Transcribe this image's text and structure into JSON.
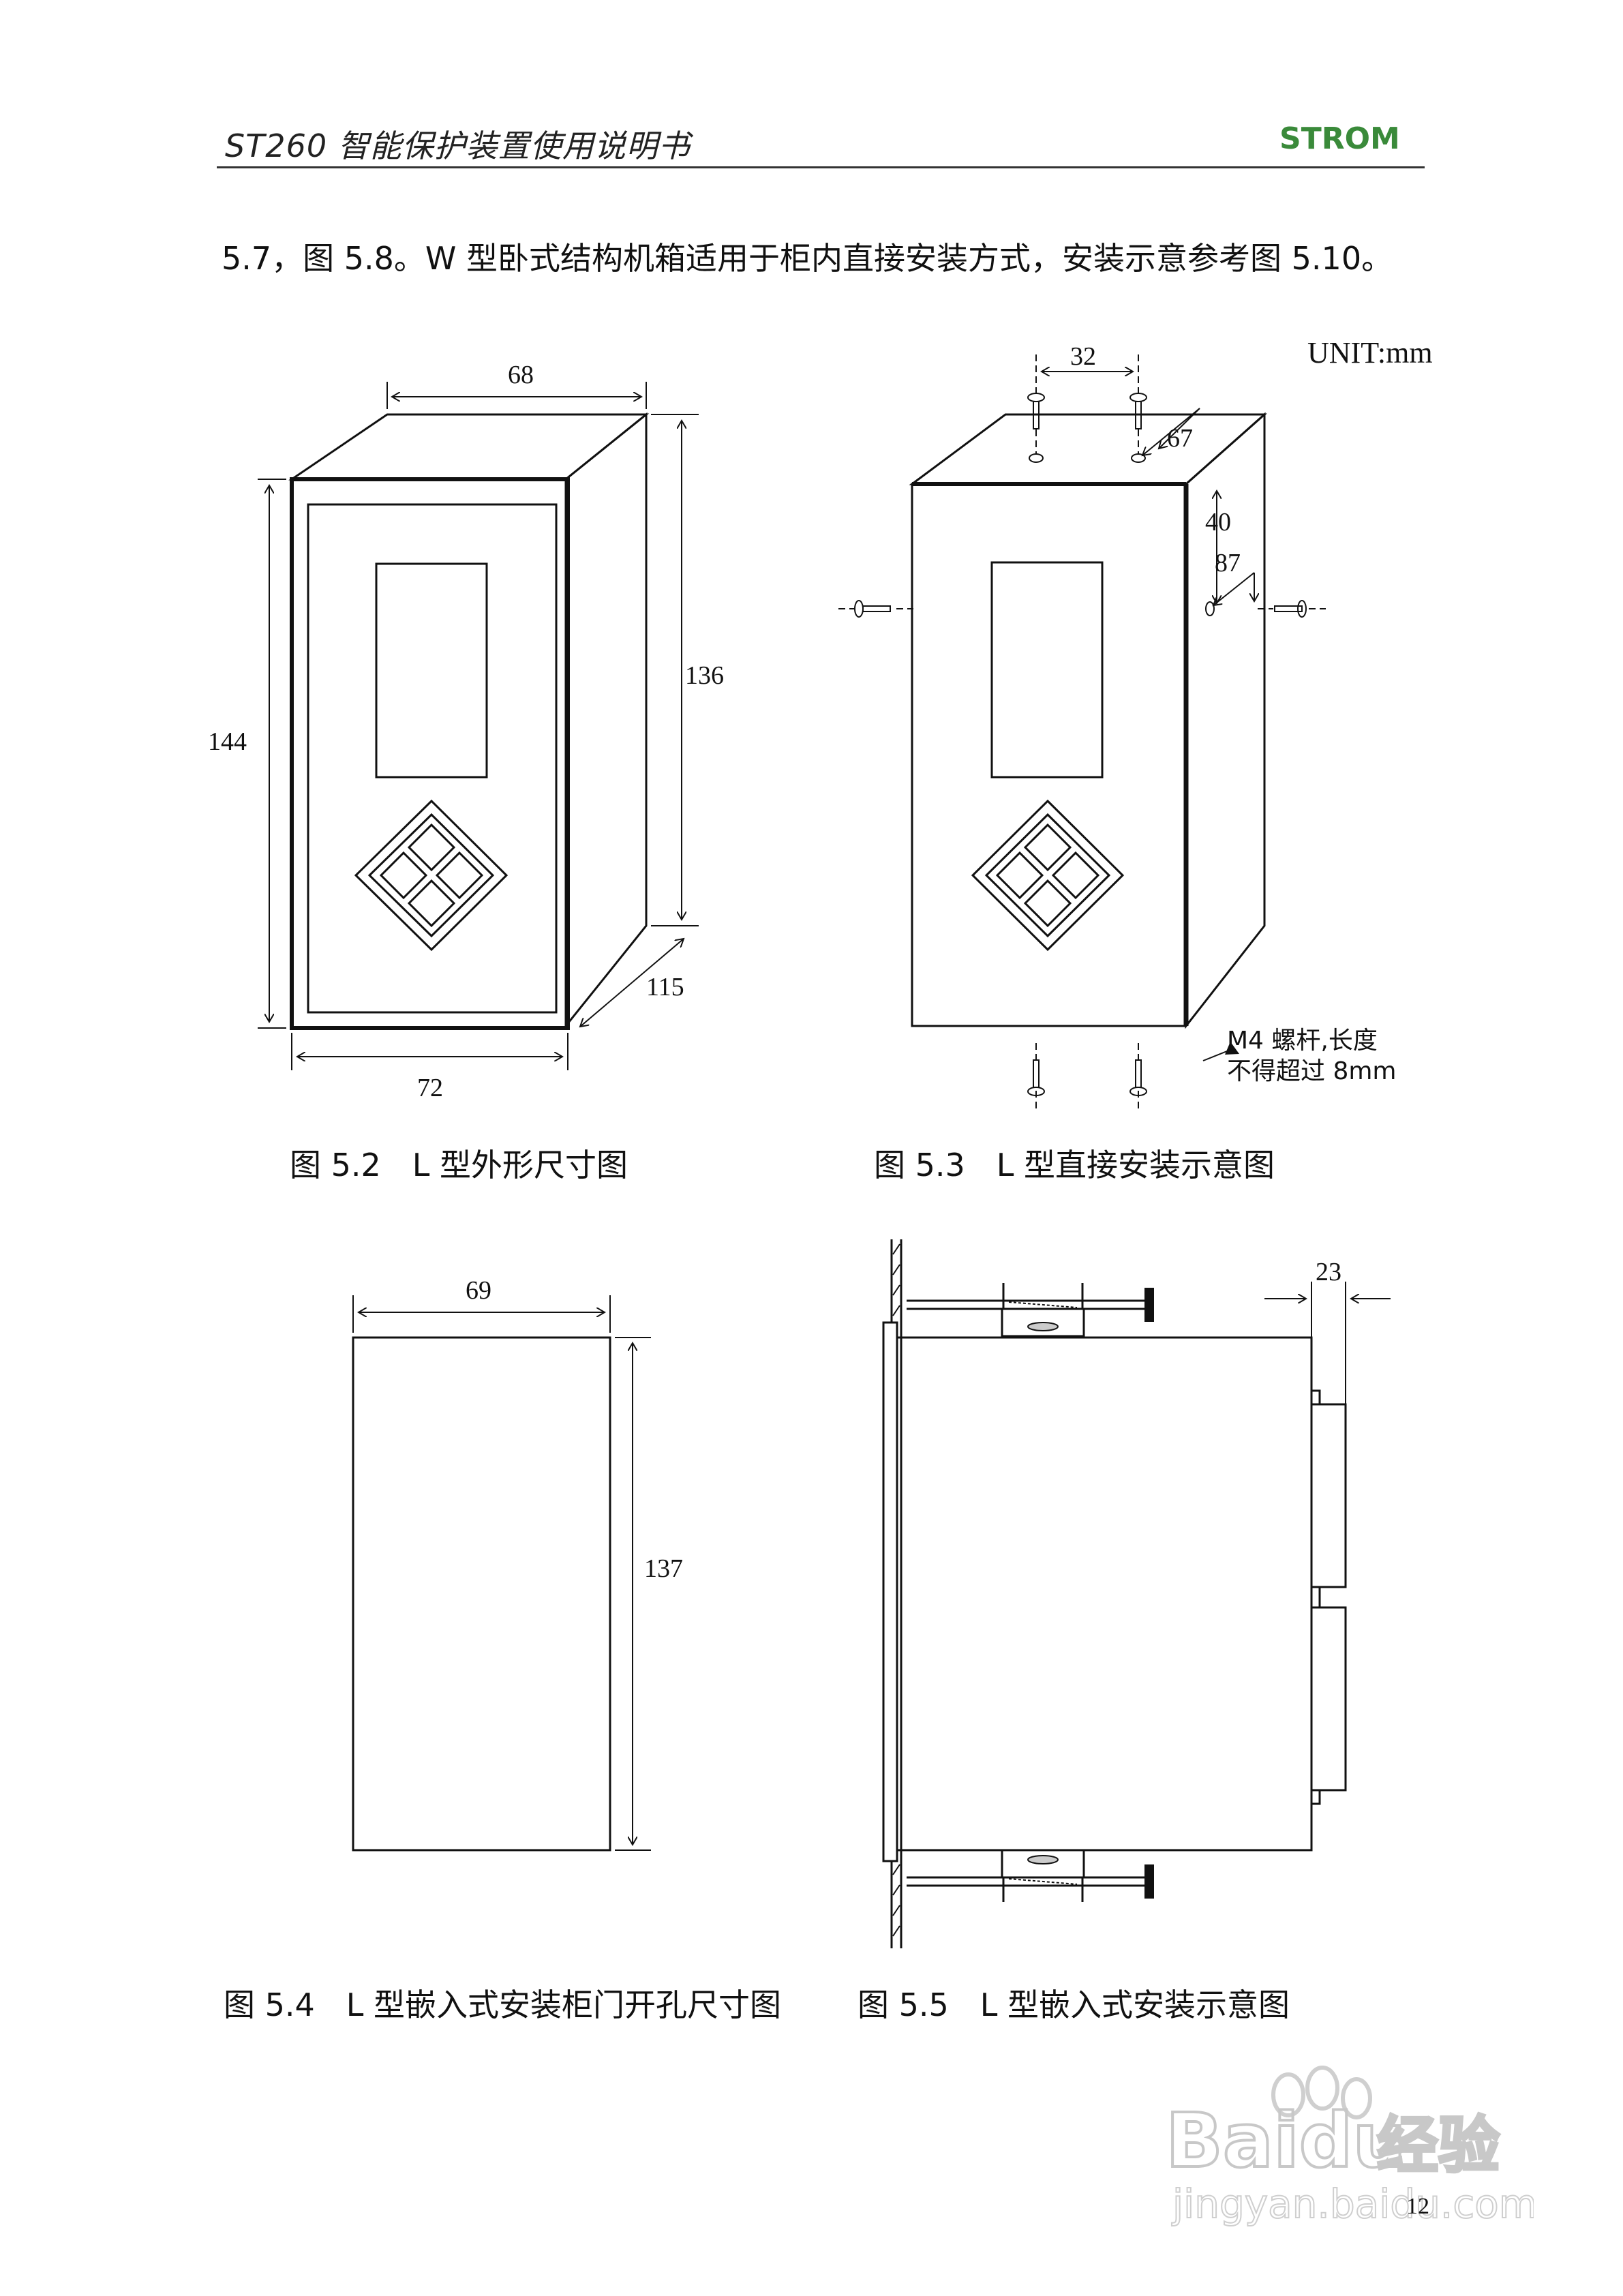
{
  "header": {
    "title": "ST260 智能保护装置使用说明书",
    "logo_text": "STROM"
  },
  "intro_text": "5.7，图 5.8。W 型卧式结构机箱适用于柜内直接安装方式，安装示意参考图 5.10。",
  "unit_label": "UNIT:mm",
  "figures": {
    "fig52": {
      "caption": "图 5.2　L 型外形尺寸图",
      "dims": {
        "top_width": "68",
        "height_front": "144",
        "height_side": "136",
        "depth": "115",
        "bottom_width": "72"
      }
    },
    "fig53": {
      "caption": "图 5.3　L 型直接安装示意图",
      "dims": {
        "top_spacing": "32",
        "top_offset": "67",
        "side_offset": "40",
        "side_spacing": "87"
      },
      "note_line1": "M4  螺杆,长度",
      "note_line2": "不得超过 8mm"
    },
    "fig54": {
      "caption": "图 5.4　L 型嵌入式安装柜门开孔尺寸图",
      "dims": {
        "width": "69",
        "height": "137"
      }
    },
    "fig55": {
      "caption": "图 5.5　L 型嵌入式安装示意图",
      "dims": {
        "protrusion": "23"
      }
    }
  },
  "page_number": "12",
  "watermark": {
    "brand": "Baidu",
    "suffix": "经验",
    "url": "jingyan.baidu.com"
  },
  "colors": {
    "line": "#111111",
    "rule": "#333333",
    "logo_green": "#3a8a3a",
    "watermark": "#d0d0d0"
  }
}
